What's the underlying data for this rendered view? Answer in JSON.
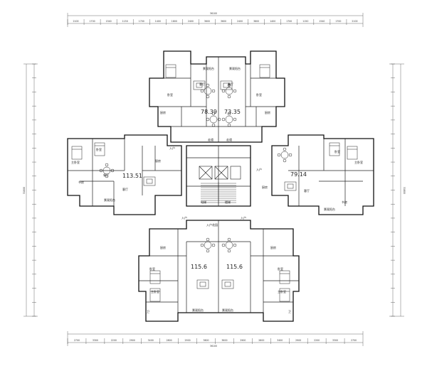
{
  "drawing": {
    "overall_top": "36100",
    "overall_bottom": "36100",
    "overall_left": "31800",
    "overall_right": "31800"
  },
  "top_dims": [
    "2100",
    "1700",
    "1540",
    "1150",
    "1700",
    "1400",
    "1800",
    "2400",
    "3600",
    "3600",
    "2400",
    "3800",
    "1400",
    "1700",
    "1150",
    "1540",
    "1700",
    "2100"
  ],
  "bottom_dims": [
    "2700",
    "3300",
    "2200",
    "2900",
    "3400",
    "2800",
    "2900",
    "3600",
    "3600",
    "2900",
    "2800",
    "3400",
    "2900",
    "2200",
    "3300",
    "2700"
  ],
  "areas": {
    "top_left": "78.39",
    "top_right": "73.35",
    "left": "113.51",
    "right": "79.14",
    "bottom_left": "115.6",
    "bottom_right": "115.6"
  },
  "rooms": {
    "bedroom": "卧室",
    "master": "主卧室",
    "living": "客厅",
    "dining": "餐厅",
    "kitchen": "厨房",
    "toilet": "卫",
    "balcony": "景观阳台",
    "entry": "入户花园",
    "corridor": "走道",
    "lift": "电梯",
    "stair": "楼梯",
    "study": "书房",
    "storage": "储物",
    "household": "入户"
  }
}
